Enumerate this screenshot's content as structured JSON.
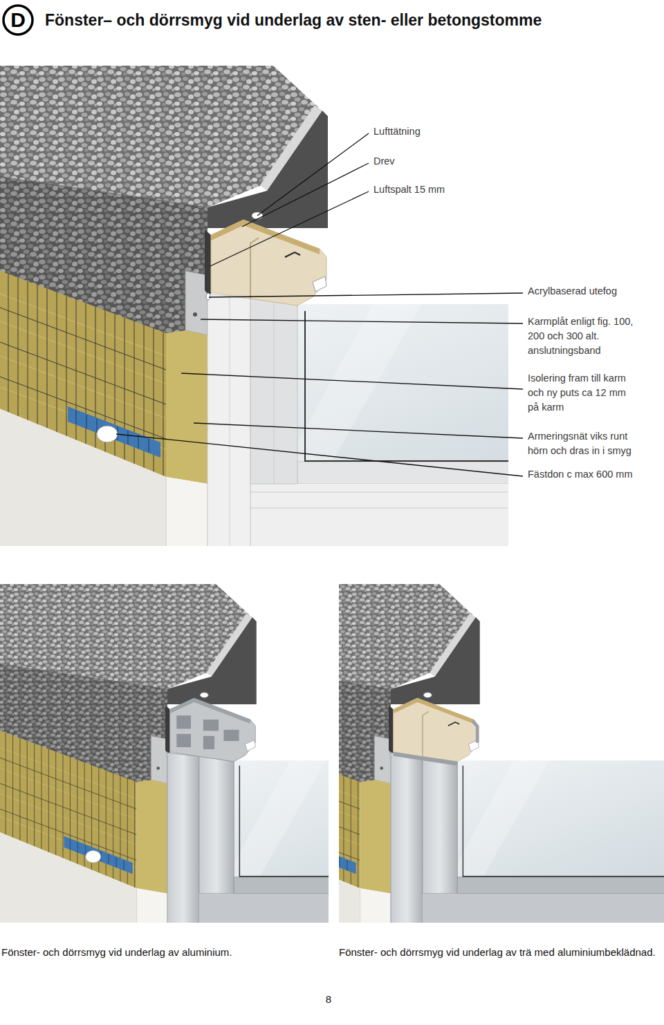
{
  "diagram": {
    "title": "Fönster– och dörrsmyg vid underlag av sten- eller betongstomme",
    "nodes": [
      {
        "text": [
          "D"
        ]
      }
    ],
    "labels": [
      "Lufttätning",
      "Drev",
      "Luftspalt 15 mm",
      "Acrylbaserad utefog",
      "Karmplåt enligt fig. 100, 200 och 300 alt. anslutningsband",
      "Isolering fram till karm och ny puts ca 12 mm på karm",
      "Armeringsnät viks runt hörn och dras in i smyg",
      "Fästdon c max 600 mm",
      "Fönster- och dörrsmyg vid underlag av aluminium.",
      "Fönster- och dörrsmyg vid underlag av trä med aluminiumbeklädnad.",
      "8"
    ]
  }
}
